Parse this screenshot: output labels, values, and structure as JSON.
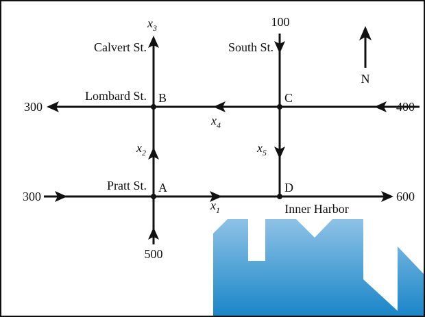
{
  "streets": {
    "calvert": "Calvert St.",
    "south": "South St.",
    "lombard": "Lombard St.",
    "pratt": "Pratt St."
  },
  "intersections": {
    "a": "A",
    "b": "B",
    "c": "C",
    "d": "D"
  },
  "flows": {
    "lombard_west_out": "300",
    "lombard_east_in": "400",
    "pratt_west_in": "300",
    "pratt_east_out": "600",
    "calvert_south_in": "500",
    "south_north_in": "100"
  },
  "variables": {
    "x1": {
      "base": "x",
      "sub": "1"
    },
    "x2": {
      "base": "x",
      "sub": "2"
    },
    "x3": {
      "base": "x",
      "sub": "3"
    },
    "x4": {
      "base": "x",
      "sub": "4"
    },
    "x5": {
      "base": "x",
      "sub": "5"
    }
  },
  "compass": {
    "label": "N"
  },
  "harbor": {
    "label": "Inner Harbor",
    "color_light": "#8ec2e6",
    "color_dark": "#1a86c8"
  }
}
